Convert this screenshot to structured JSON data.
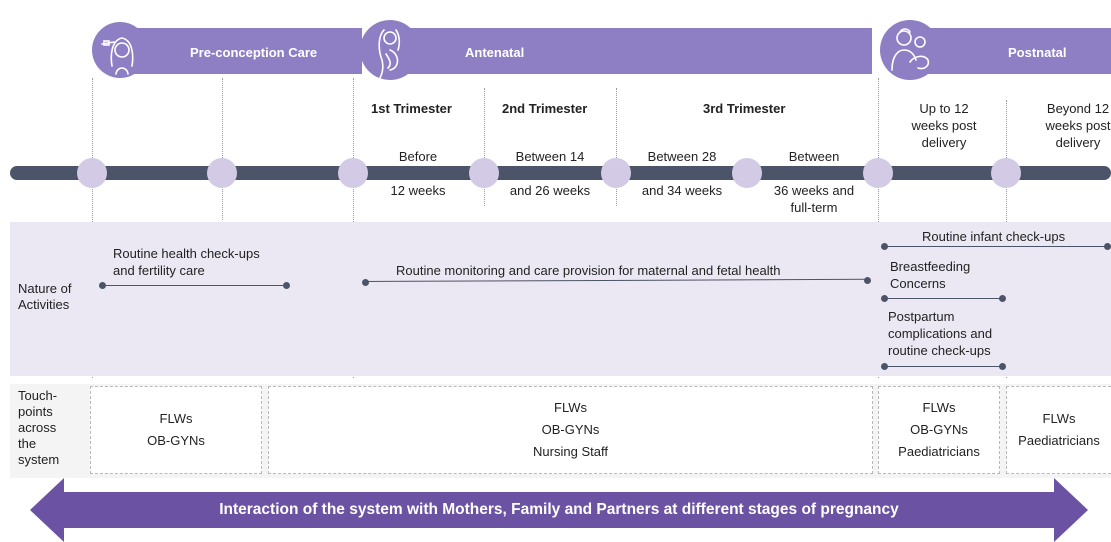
{
  "phases": {
    "preconception": "Pre-conception Care",
    "antenatal": "Antenatal",
    "postnatal": "Postnatal"
  },
  "trimesters": {
    "first": "1st Trimester",
    "second": "2nd Trimester",
    "third": "3rd Trimester"
  },
  "postnatal_periods": {
    "up_to_12_l1": "Up to 12",
    "up_to_12_l2": "weeks post",
    "up_to_12_l3": "delivery",
    "beyond_12_l1": "Beyond 12",
    "beyond_12_l2": "weeks post",
    "beyond_12_l3": "delivery"
  },
  "timeline_labels": {
    "before": "Before",
    "weeks12": "12 weeks",
    "between14": "Between 14",
    "weeks26": "and 26 weeks",
    "between28": "Between 28",
    "weeks34": "and 34 weeks",
    "between36": "Between",
    "weeks36_l1": "36 weeks and",
    "weeks36_l2": "full-term"
  },
  "rows": {
    "nature_l1": "Nature of",
    "nature_l2": "Activities",
    "touch_l1": "Touch-",
    "touch_l2": "points",
    "touch_l3": "across",
    "touch_l4": "the",
    "touch_l5": "system"
  },
  "activities": {
    "routine_health_l1": "Routine health check-ups",
    "routine_health_l2": "and fertility care",
    "routine_monitoring": "Routine monitoring and care provision for maternal and fetal health",
    "infant_checkups": "Routine infant check-ups",
    "breastfeeding_l1": "Breastfeeding",
    "breastfeeding_l2": "Concerns",
    "postpartum_l1": "Postpartum",
    "postpartum_l2": "complications and",
    "postpartum_l3": "routine check-ups"
  },
  "touchpoints": {
    "pre": [
      "FLWs",
      "OB-GYNs"
    ],
    "antenatal": [
      "FLWs",
      "OB-GYNs",
      "Nursing Staff"
    ],
    "postnatal12": [
      "FLWs",
      "OB-GYNs",
      "Paediatricians"
    ],
    "beyond12": [
      "FLWs",
      "Paediatricians"
    ]
  },
  "arrow_text": "Interaction of the system with Mothers, Family and Partners at different stages of pregnancy",
  "colors": {
    "phase": "#8e7fc4",
    "timeline": "#4b5468",
    "node": "#d3cbe6",
    "nature_bg": "#ebe8f3",
    "arrow": "#6b52a3"
  }
}
